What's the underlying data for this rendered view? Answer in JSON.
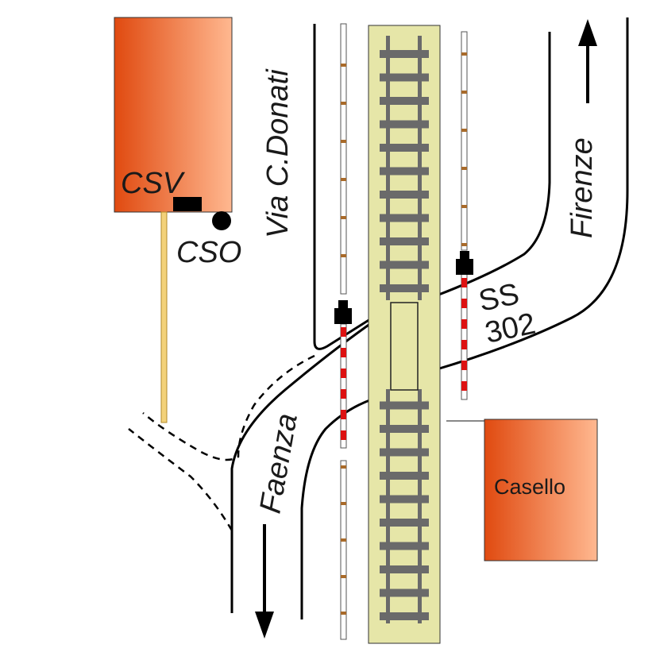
{
  "labels": {
    "csv": "CSV",
    "cso": "CSO",
    "via_donati": "Via C.Donati",
    "ss302_line1": "SS",
    "ss302_line2": "302",
    "firenze": "Firenze",
    "faenza": "Faenza",
    "casello": "Casello"
  },
  "colors": {
    "building_dark": "#e04a10",
    "building_light": "#ffb890",
    "track_bed": "#e6e6a8",
    "rail": "#6a6a6a",
    "barrier_red": "#dd1111",
    "post": "#f0d080"
  }
}
